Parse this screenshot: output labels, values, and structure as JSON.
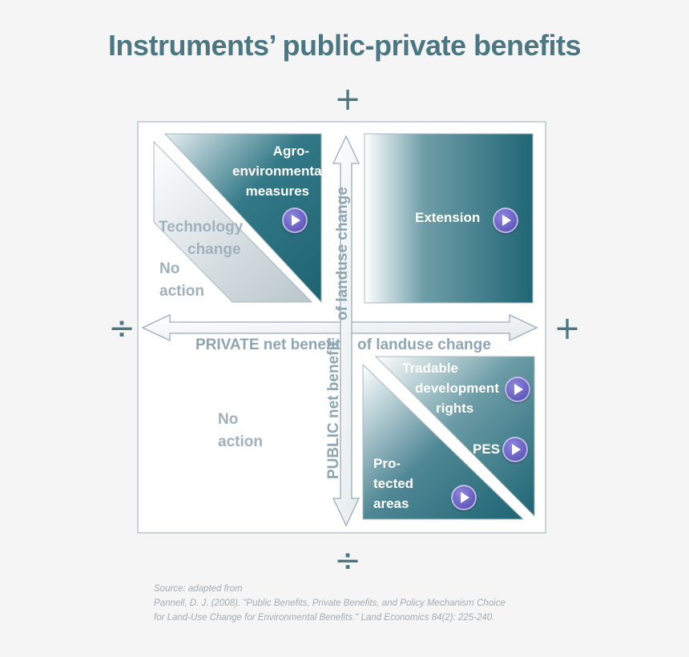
{
  "title": "Instruments’ public-private benefits",
  "signs": {
    "top": "+",
    "bottom": "÷",
    "left": "÷",
    "right": "+"
  },
  "axes": {
    "horizontal_label_left": "PRIVATE net benefit",
    "horizontal_label_right": "of landuse change",
    "vertical_label_top": "of landuse change",
    "vertical_label_bottom": "PUBLIC net benefit"
  },
  "quadrants": {
    "top_left": {
      "upper_label": [
        "Agro-",
        "environmental",
        "measures"
      ],
      "lower_label": [
        "Technology",
        "change"
      ],
      "outside_label": [
        "No",
        "action"
      ]
    },
    "top_right": {
      "label": "Extension"
    },
    "bottom_left": {
      "label": [
        "No",
        "action"
      ]
    },
    "bottom_right": {
      "upper_label": [
        "Tradable",
        "development",
        "rights"
      ],
      "mid_label": "PES",
      "lower_label": [
        "Pro-",
        "tected",
        "areas"
      ]
    }
  },
  "source": [
    "Source: adapted from",
    "Pannell, D. J. (2008). \"Public Benefits, Private Benefits, and Policy Mechanism Choice",
    "for Land-Use Change for Environmental Benefits.\" Land Economics 84(2): 225-240."
  ],
  "colors": {
    "teal_dark": "#1f6675",
    "title": "#4b7782",
    "gray_text": "#9fb1bd",
    "play_button": "#6b62c8"
  }
}
